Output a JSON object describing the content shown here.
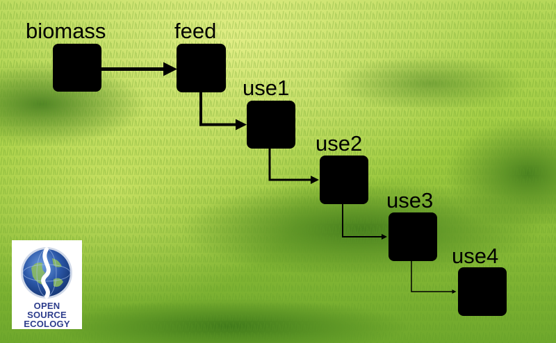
{
  "background": {
    "description_color_light": "#cfe46a",
    "description_color_mid": "#8fc13a",
    "description_color_dark": "#3f7a1c"
  },
  "diagram": {
    "nodes": [
      {
        "id": "biomass",
        "label": "biomass"
      },
      {
        "id": "feed",
        "label": "feed"
      },
      {
        "id": "use1",
        "label": "use1"
      },
      {
        "id": "use2",
        "label": "use2"
      },
      {
        "id": "use3",
        "label": "use3"
      },
      {
        "id": "use4",
        "label": "use4"
      }
    ],
    "edges": [
      {
        "from": "biomass",
        "to": "feed"
      },
      {
        "from": "feed",
        "to": "use1"
      },
      {
        "from": "use1",
        "to": "use2"
      },
      {
        "from": "use2",
        "to": "use3"
      },
      {
        "from": "use3",
        "to": "use4"
      }
    ],
    "node_color": "#000000",
    "edge_color": "#000000"
  },
  "logo": {
    "line1": "OPEN",
    "line2": "SOURCE",
    "line3": "ECOLOGY",
    "text_color": "#2d3d8c",
    "globe_color": "#2b57a7"
  }
}
